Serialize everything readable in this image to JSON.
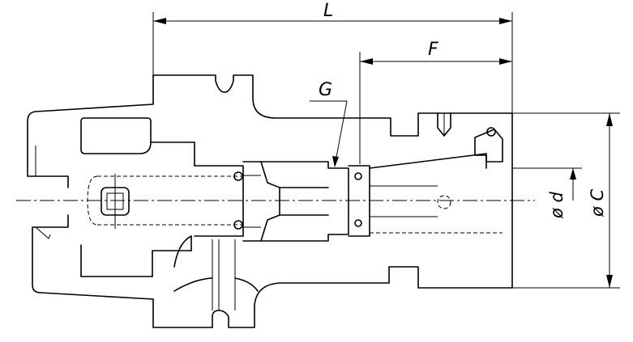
{
  "dimensions": {
    "length": "L",
    "flange_distance": "F",
    "thread": "G",
    "bore_diameter": "ø d",
    "outer_diameter": "ø C"
  }
}
